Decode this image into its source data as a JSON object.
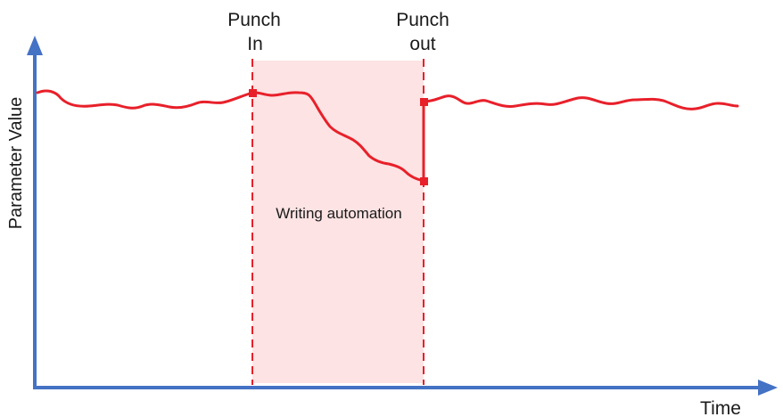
{
  "axes": {
    "y_label": "Parameter Value",
    "x_label": "Time"
  },
  "markers": {
    "punch_in_line1": "Punch",
    "punch_in_line2": "In",
    "punch_out_line1": "Punch",
    "punch_out_line2": "out"
  },
  "region": {
    "label": "Writing automation"
  },
  "colors": {
    "axis": "#4472c4",
    "curve": "#e8202a",
    "region_fill": "#fde3e3",
    "marker_line": "#e8202a"
  }
}
